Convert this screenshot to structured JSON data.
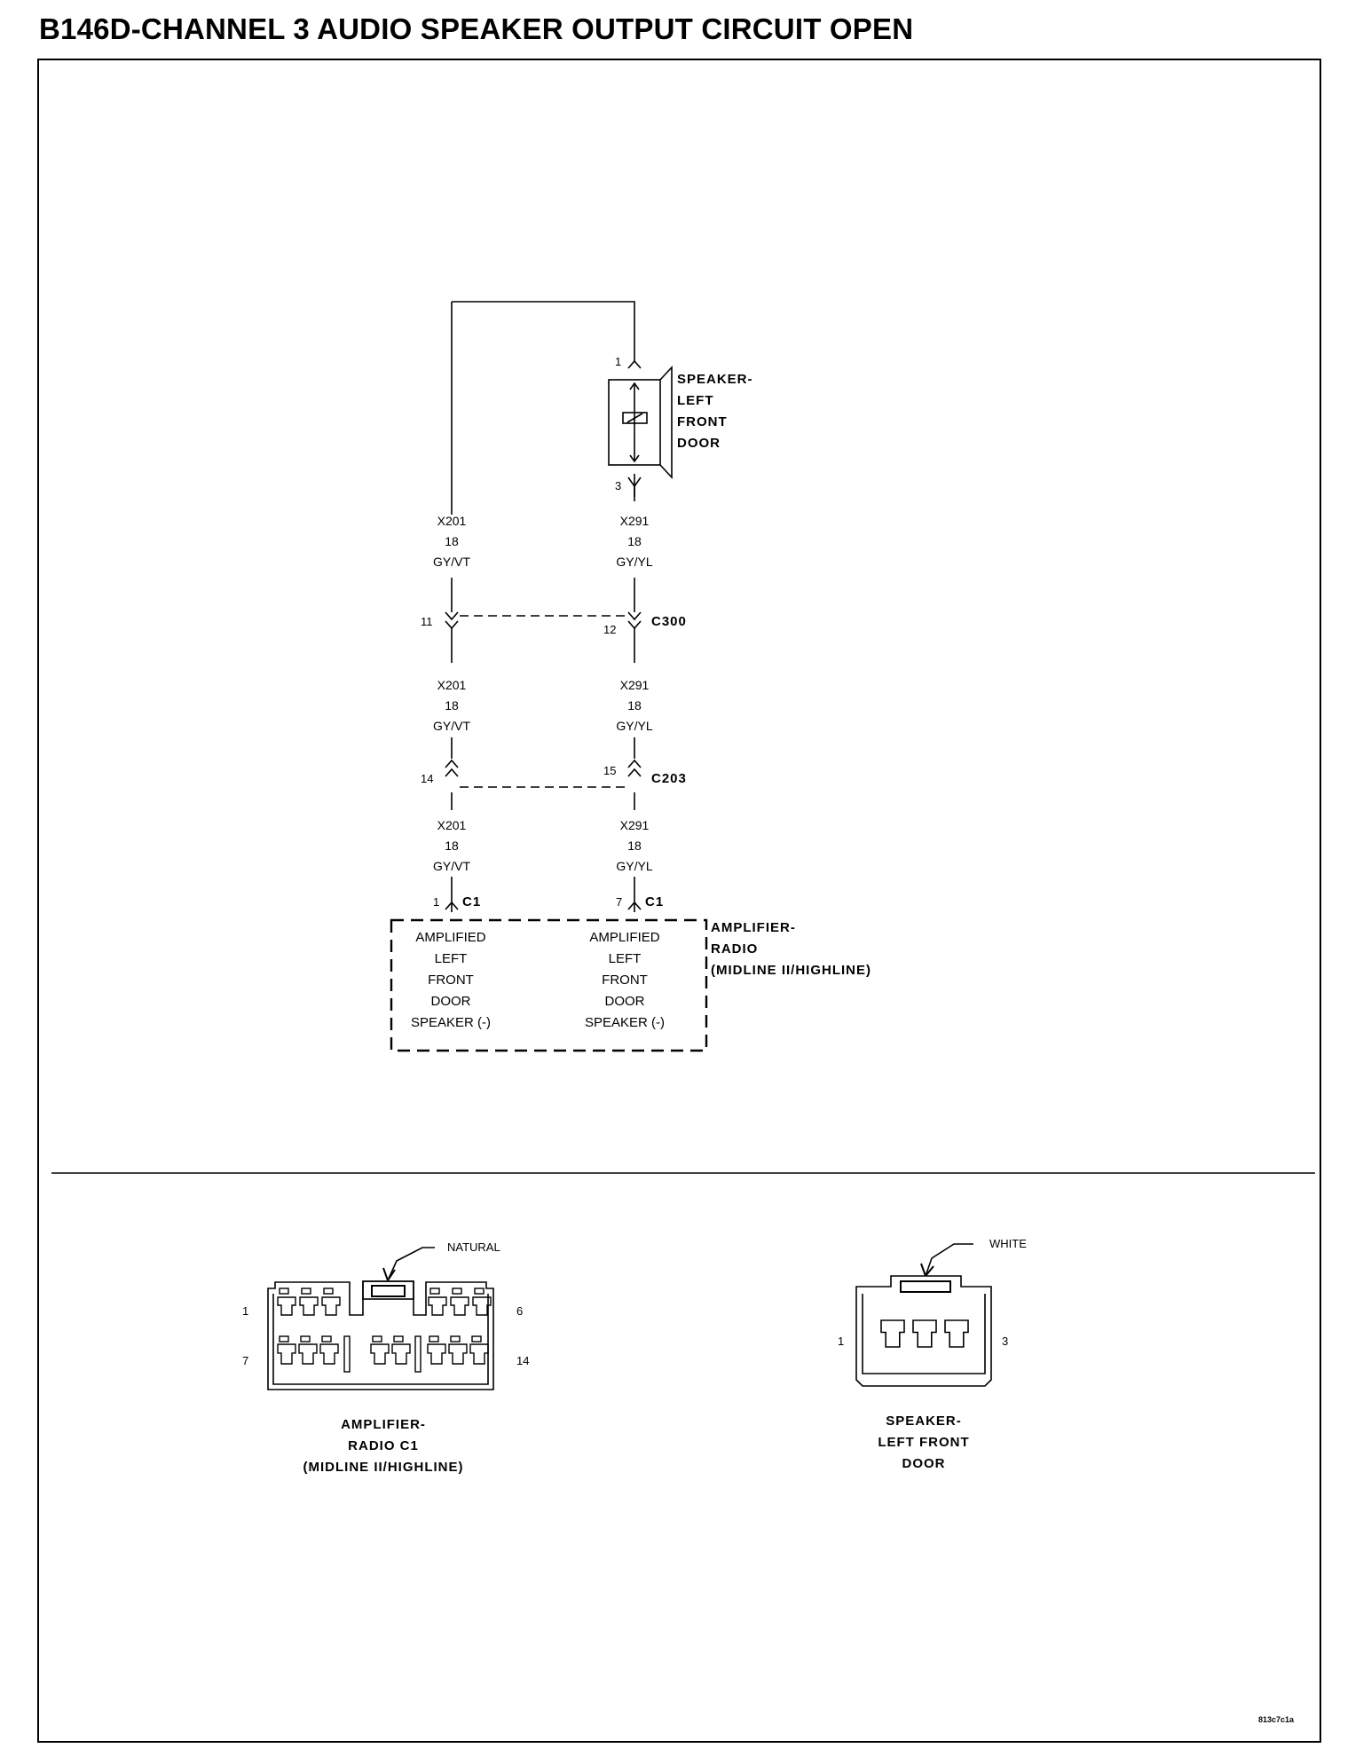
{
  "title": "B146D-CHANNEL 3 AUDIO SPEAKER OUTPUT CIRCUIT OPEN",
  "speaker": {
    "pin_top": "1",
    "pin_bottom": "3",
    "label": [
      "SPEAKER-",
      "LEFT",
      "FRONT",
      "DOOR"
    ]
  },
  "wire_left": {
    "circuit": "X201",
    "gauge": "18",
    "color": "GY/VT"
  },
  "wire_right": {
    "circuit": "X291",
    "gauge": "18",
    "color": "GY/YL"
  },
  "connector_c300": {
    "name": "C300",
    "pin_left": "11",
    "pin_right": "12"
  },
  "connector_c203": {
    "name": "C203",
    "pin_left": "14",
    "pin_right": "15"
  },
  "connector_c1": {
    "name": "C1",
    "pin_left": "1",
    "pin_right": "7"
  },
  "amplifier": {
    "label": [
      "AMPLIFIER-",
      "RADIO",
      "(MIDLINE II/HIGHLINE)"
    ],
    "left_function": [
      "AMPLIFIED",
      "LEFT",
      "FRONT",
      "DOOR",
      "SPEAKER (-)"
    ],
    "right_function": [
      "AMPLIFIED",
      "LEFT",
      "FRONT",
      "DOOR",
      "SPEAKER (-)"
    ]
  },
  "connector_view_amp": {
    "color": "NATURAL",
    "pin_top_left": "1",
    "pin_top_right": "6",
    "pin_bottom_left": "7",
    "pin_bottom_right": "14",
    "label": [
      "AMPLIFIER-",
      "RADIO C1",
      "(MIDLINE II/HIGHLINE)"
    ]
  },
  "connector_view_speaker": {
    "color": "WHITE",
    "pin_left": "1",
    "pin_right": "3",
    "label": [
      "SPEAKER-",
      "LEFT FRONT",
      "DOOR"
    ]
  },
  "figure_id": "813c7c1a"
}
